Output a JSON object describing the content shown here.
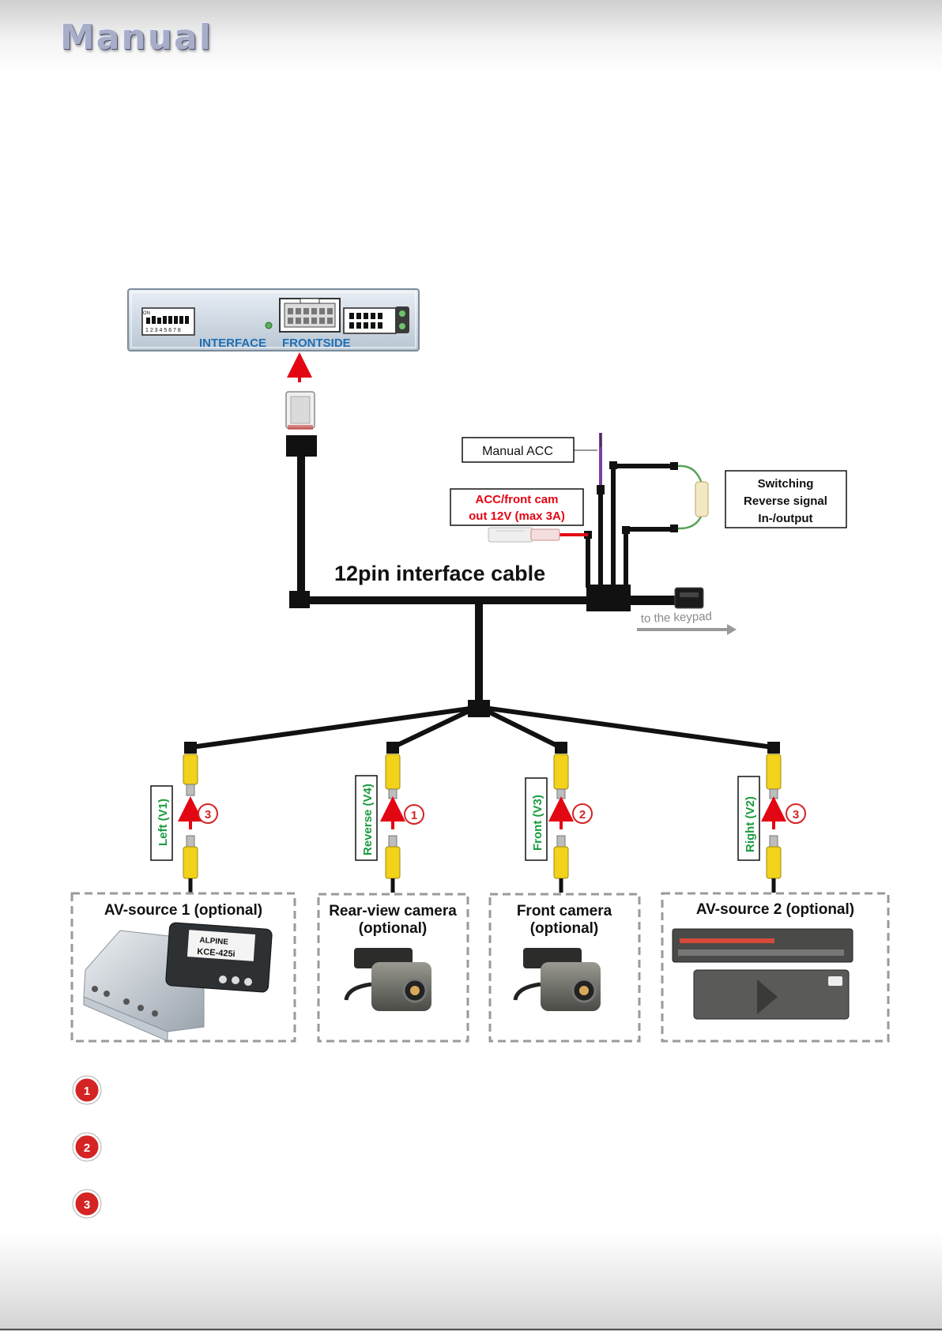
{
  "header": {
    "logo_text": "Manual"
  },
  "interface": {
    "label_left": "INTERFACE",
    "label_right": "FRONTSIDE",
    "dip_numbers": "1 2 3 4 5 6 7 8",
    "dip_on": "ON"
  },
  "cable": {
    "title": "12pin interface cable"
  },
  "callouts": {
    "manual_acc": "Manual ACC",
    "acc_line1": "ACC/front cam",
    "acc_line2": "out  12V (max 3A)",
    "switch_line1": "Switching",
    "switch_line2": "Reverse signal",
    "switch_line3": "In-/output",
    "keypad": "to the  keypad"
  },
  "channels": [
    {
      "label": "Left (V1)",
      "step": "3"
    },
    {
      "label": "Reverse (V4)",
      "step": "1"
    },
    {
      "label": "Front  (V3)",
      "step": "2"
    },
    {
      "label": "Right  (V2)",
      "step": "3"
    }
  ],
  "sources": [
    {
      "title1": "AV-source 1 (optional)",
      "title2": ""
    },
    {
      "title1": "Rear-view camera",
      "title2": "(optional)"
    },
    {
      "title1": "Front camera",
      "title2": "(optional)"
    },
    {
      "title1": "AV-source 2 (optional)",
      "title2": ""
    }
  ],
  "device_text": {
    "alpine_brand": "ALPINE",
    "alpine_model": "KCE-425i"
  },
  "legend_markers": [
    "1",
    "2",
    "3"
  ],
  "colors": {
    "accent_red": "#e30613",
    "label_green": "#1a9c3e",
    "cable_black": "#111111",
    "rca_yellow": "#f2d21a",
    "legend_marker": "#d42424",
    "purple_wire": "#7b3fa0",
    "green_wire": "#5aa25a"
  }
}
